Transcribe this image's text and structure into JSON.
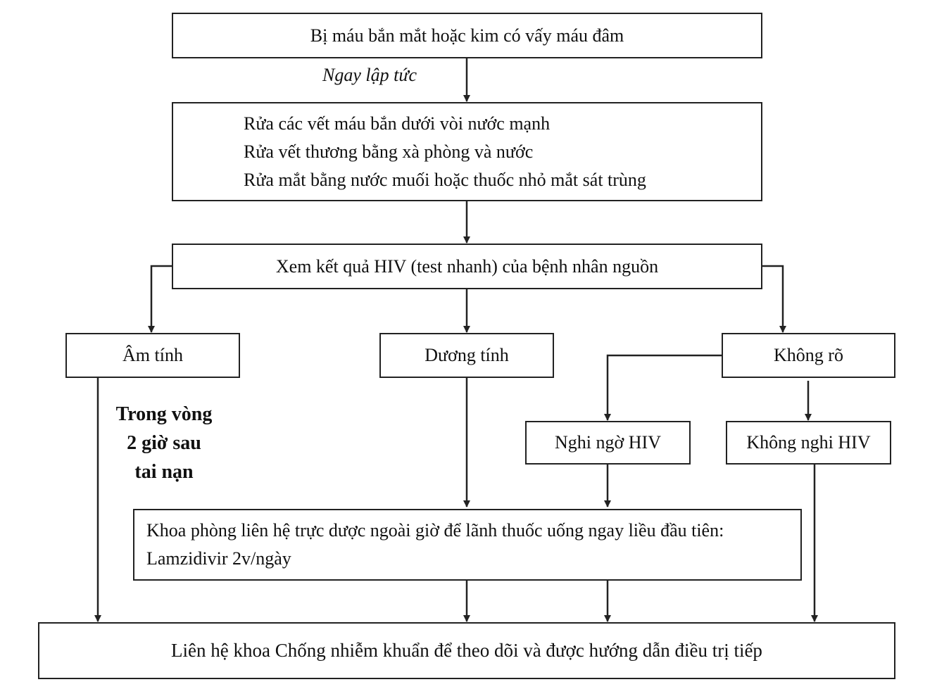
{
  "nodes": {
    "start": "Bị máu bắn mắt hoặc kim có vấy máu đâm",
    "wash": [
      "Rửa các vết máu bắn dưới vòi nước mạnh",
      "Rửa vết thương bằng xà phòng và nước",
      "Rửa mắt bằng nước muối hoặc thuốc nhỏ mắt sát trùng"
    ],
    "check": "Xem kết quả HIV (test nhanh) của bệnh nhân nguồn",
    "negative": "Âm tính",
    "positive": "Dương tính",
    "unknown": "Không rõ",
    "suspect": "Nghi ngờ HIV",
    "no_suspect": "Không nghi HIV",
    "medicine": [
      "Khoa phòng liên hệ trực dược ngoài giờ để lãnh thuốc uống ngay liều đầu tiên:",
      "Lamzidivir 2v/ngày"
    ],
    "final": "Liên hệ khoa Chống nhiễm khuẩn để theo dõi và được hướng dẫn điều trị tiếp"
  },
  "labels": {
    "immediately": "Ngay lập tức",
    "within": [
      "Trong vòng",
      "2 giờ sau",
      "tai nạn"
    ]
  }
}
